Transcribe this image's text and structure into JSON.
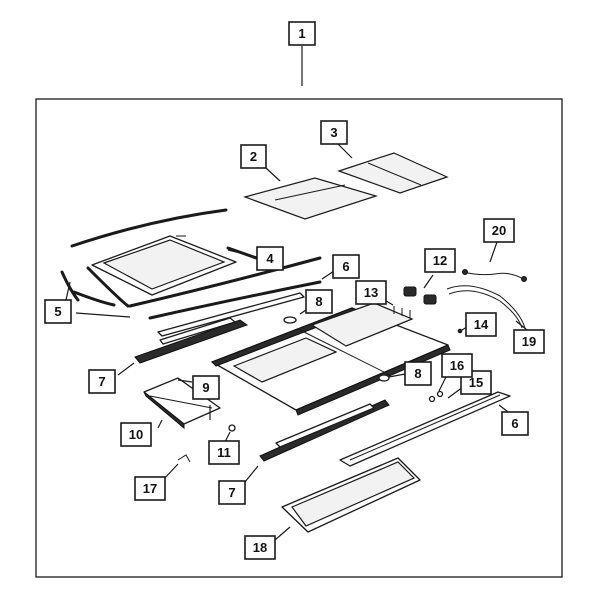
{
  "callouts": [
    {
      "id": "c1",
      "label": "1"
    },
    {
      "id": "c2",
      "label": "2"
    },
    {
      "id": "c3",
      "label": "3"
    },
    {
      "id": "c4",
      "label": "4"
    },
    {
      "id": "c5",
      "label": "5"
    },
    {
      "id": "c6a",
      "label": "6"
    },
    {
      "id": "c6b",
      "label": "6"
    },
    {
      "id": "c7a",
      "label": "7"
    },
    {
      "id": "c7b",
      "label": "7"
    },
    {
      "id": "c8a",
      "label": "8"
    },
    {
      "id": "c8b",
      "label": "8"
    },
    {
      "id": "c9",
      "label": "9"
    },
    {
      "id": "c10",
      "label": "10"
    },
    {
      "id": "c11",
      "label": "11"
    },
    {
      "id": "c12",
      "label": "12"
    },
    {
      "id": "c13",
      "label": "13"
    },
    {
      "id": "c14",
      "label": "14"
    },
    {
      "id": "c15",
      "label": "15"
    },
    {
      "id": "c16",
      "label": "16"
    },
    {
      "id": "c17",
      "label": "17"
    },
    {
      "id": "c18",
      "label": "18"
    },
    {
      "id": "c19",
      "label": "19"
    },
    {
      "id": "c20",
      "label": "20"
    }
  ]
}
